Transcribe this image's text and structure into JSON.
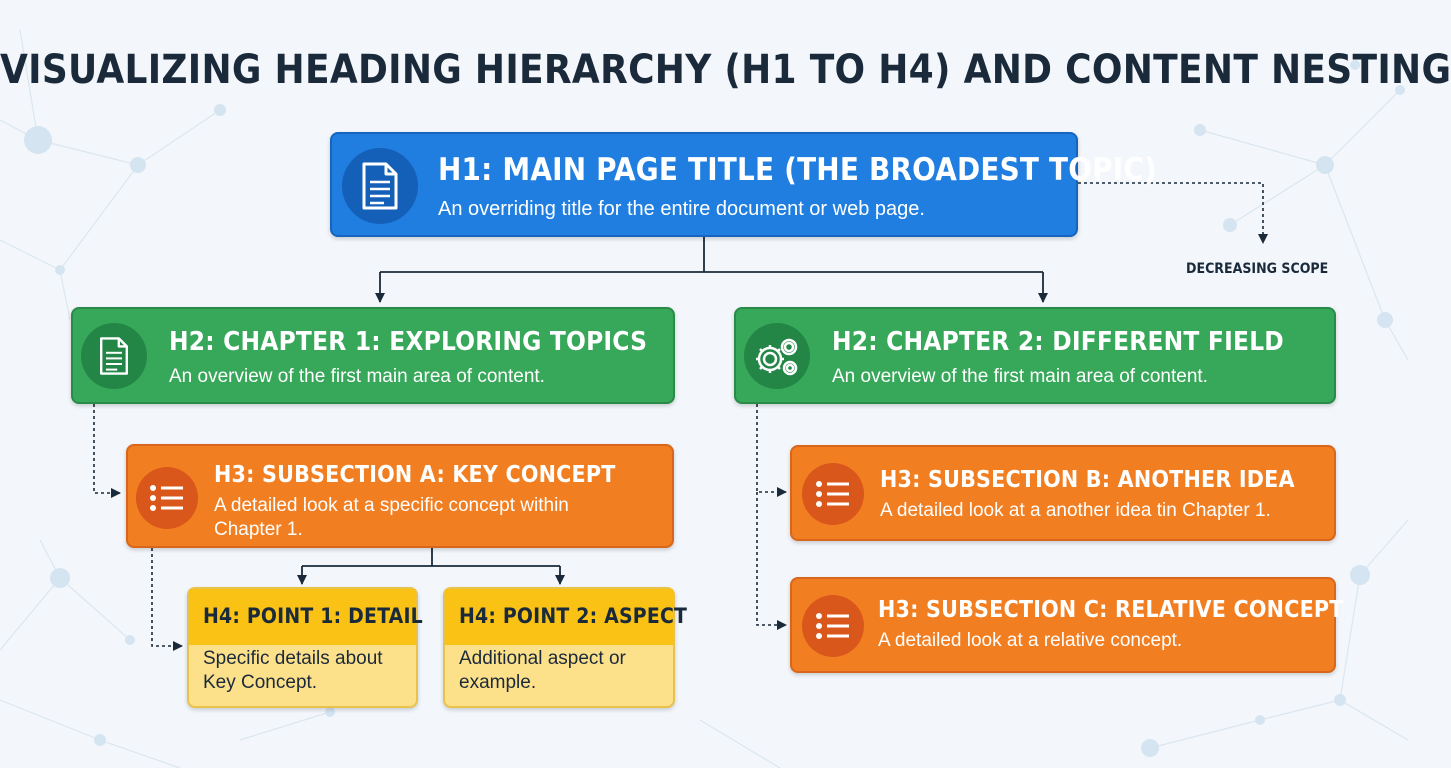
{
  "title": "VISUALIZING HEADING HIERARCHY (H1 TO H4) AND CONTENT NESTING",
  "scope_label": "DECREASING SCOPE",
  "colors": {
    "h1": "#1f7ee0",
    "h2": "#37a85a",
    "h3": "#f27e22",
    "h4_header": "#f9c214",
    "h4_body": "#fde08a",
    "connector": "#1a2a3a"
  },
  "h1": {
    "heading": "H1: MAIN PAGE TITLE (THE BROADEST TOPIC)",
    "desc": "An overriding title for the entire document or web page.",
    "icon": "document-icon"
  },
  "h2_left": {
    "heading": "H2: CHAPTER 1: EXPLORING TOPICS",
    "desc": "An overview of the first main area of content.",
    "icon": "document-icon"
  },
  "h2_right": {
    "heading": "H2: CHAPTER 2: DIFFERENT FIELD",
    "desc": "An overview of the first main area of content.",
    "icon": "gears-icon"
  },
  "h3_a": {
    "heading": "H3: SUBSECTION A: KEY CONCEPT",
    "desc_line1": "A detailed look at a specific concept within",
    "desc_line2": "Chapter 1.",
    "icon": "list-icon"
  },
  "h3_b": {
    "heading": "H3: SUBSECTION B: ANOTHER IDEA",
    "desc": "A detailed look at a another idea tin Chapter 1.",
    "icon": "list-icon"
  },
  "h3_c": {
    "heading": "H3: SUBSECTION C: RELATIVE CONCEPT",
    "desc": "A detailed look at a relative concept.",
    "icon": "list-icon"
  },
  "h4_1": {
    "heading": "H4: POINT 1: DETAIL",
    "desc_line1": "Specific details about",
    "desc_line2": "Key Concept."
  },
  "h4_2": {
    "heading": "H4: POINT 2: ASPECT",
    "desc_line1": "Additional aspect or",
    "desc_line2": "example."
  }
}
